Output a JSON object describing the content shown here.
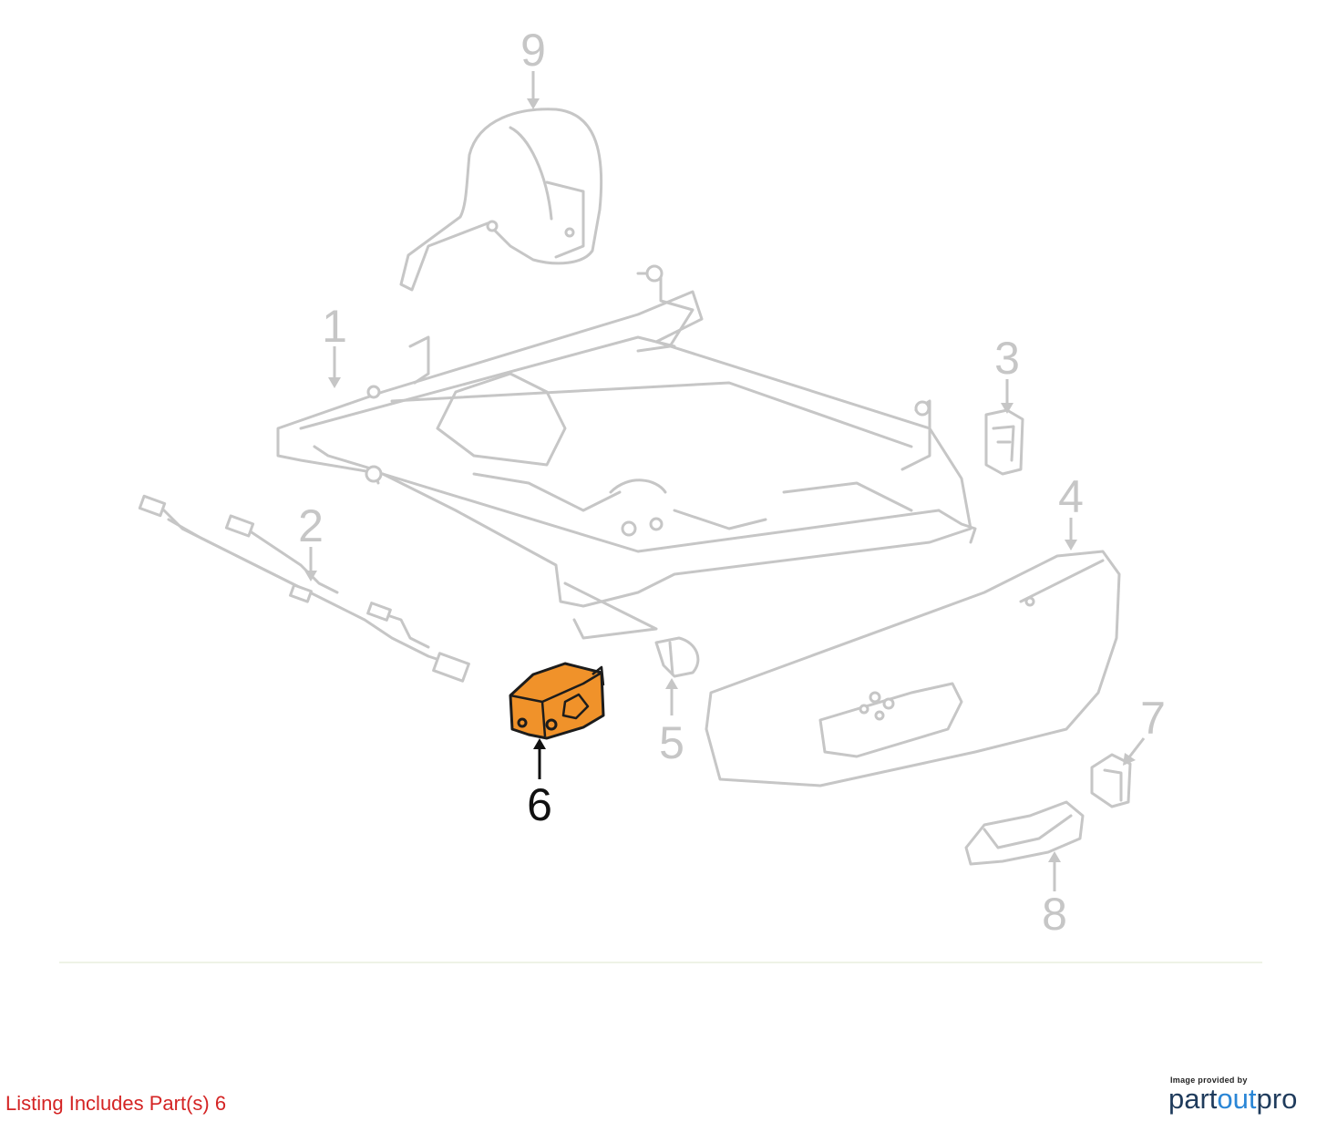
{
  "callouts": [
    "1",
    "2",
    "3",
    "4",
    "5",
    "6",
    "7",
    "8",
    "9"
  ],
  "highlighted_part": "6",
  "listing_note": "Listing Includes Part(s) 6",
  "credit": {
    "small_text": "Image provided by",
    "brand_part1": "part",
    "brand_part2": "out",
    "brand_part3": "pro"
  },
  "colors": {
    "highlight_fill": "#f0922a",
    "line_gray": "#c6c6c6",
    "note_red": "#d42424",
    "brand_dark": "#1f3b5c",
    "brand_blue": "#2a86d6"
  }
}
